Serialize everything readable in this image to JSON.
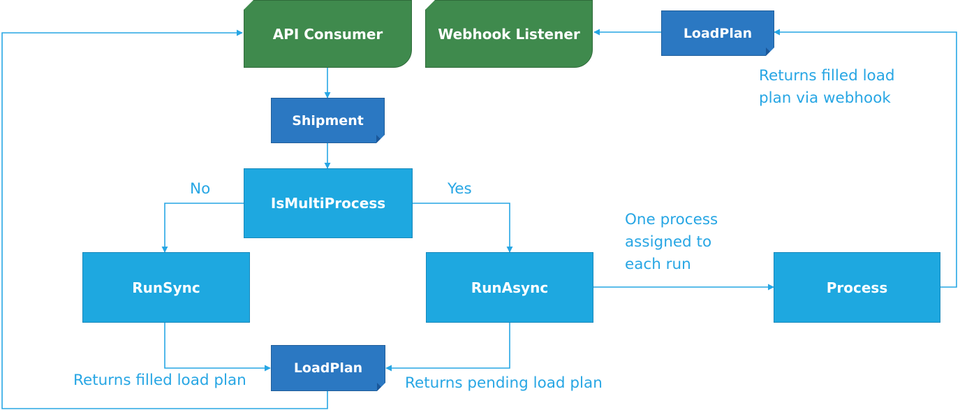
{
  "nodes": {
    "api_consumer": "API Consumer",
    "webhook_listener": "Webhook Listener",
    "loadplan_top": "LoadPlan",
    "shipment": "Shipment",
    "is_multi_process": "IsMultiProcess",
    "run_sync": "RunSync",
    "run_async": "RunAsync",
    "process": "Process",
    "loadplan_bottom": "LoadPlan"
  },
  "labels": {
    "no": "No",
    "yes": "Yes",
    "one_process": "One process\nassigned to\neach run",
    "returns_webhook": "Returns filled load\nplan via webhook",
    "returns_filled": "Returns filled load plan",
    "returns_pending": "Returns pending load plan"
  },
  "colors": {
    "actor_fill": "#3f8a4d",
    "document_fill": "#2b78c2",
    "step_fill": "#1ea8e0",
    "connector": "#27a6e4",
    "label_text": "#27a6e4"
  }
}
